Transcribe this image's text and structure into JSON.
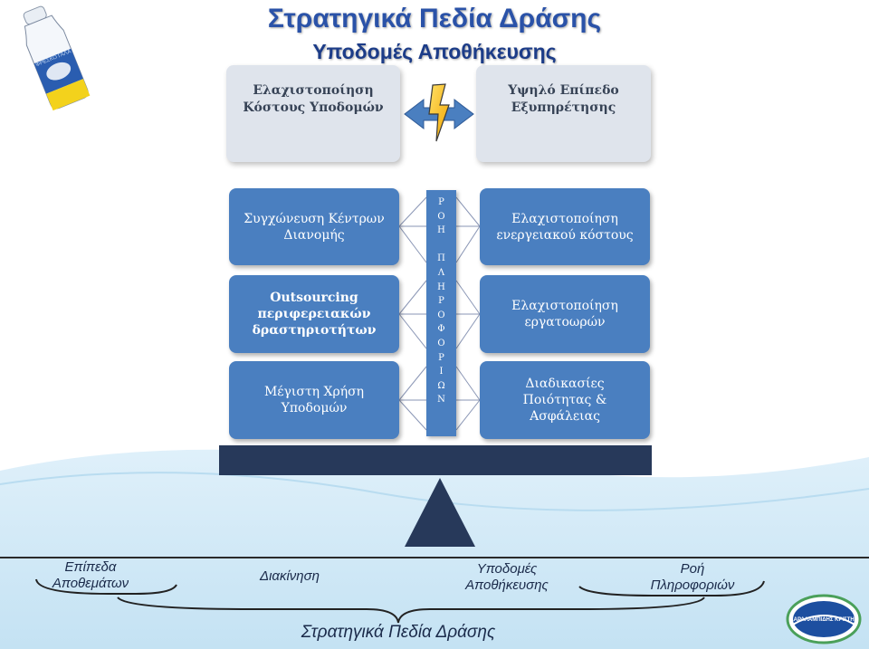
{
  "header": {
    "title": "Στρατηγικά Πεδία Δράσης",
    "subtitle": "Υποδομές Αποθήκευσης"
  },
  "top_boxes": {
    "left": "Ελαχιστοποίηση\nΚόστους Υποδομών",
    "right": "Υψηλό Επίπεδο\nΕξυπηρέτησης"
  },
  "left_boxes": [
    "Συγχώνευση Κέντρων\nΔιανομής",
    "Outsourcing\nπεριφερειακών\nδραστηριοτήτων",
    "Μέγιστη Χρήση\nΥποδομών"
  ],
  "right_boxes": [
    "Ελαχιστοποίηση\nενεργειακού κόστους",
    "Ελαχιστοποίηση\nεργατοωρών",
    "Διαδικασίες\nΠοιότητας & Ασφάλειας"
  ],
  "vertical_bar_letters": [
    "Ρ",
    "Ο",
    "Η",
    "",
    "Π",
    "Λ",
    "Η",
    "Ρ",
    "Ο",
    "Φ",
    "Ο",
    "Ρ",
    "Ι",
    "Ω",
    "Ν"
  ],
  "bottom_labels": [
    "Επίπεδα\nΑποθεμάτων",
    "Διακίνηση",
    "Υποδομές\nΑποθήκευσης",
    "Ροή\nΠληροφοριών"
  ],
  "footer": "Στρατηγικά Πεδία Δράσης",
  "logo": {
    "text": "ΧΑΡΑΛΑΜΠΙΔΗΣ ΚΡΙΣΤΗΣ"
  },
  "bottle": {
    "text": "ΦΡΕΣΚΟ ΓΑΛΑ"
  },
  "colors": {
    "title": "#2a52a8",
    "box_blue": "#4a7fc0",
    "box_pale": "#dfe4ec",
    "beam": "#27395a",
    "water": "#cfe7f5"
  }
}
